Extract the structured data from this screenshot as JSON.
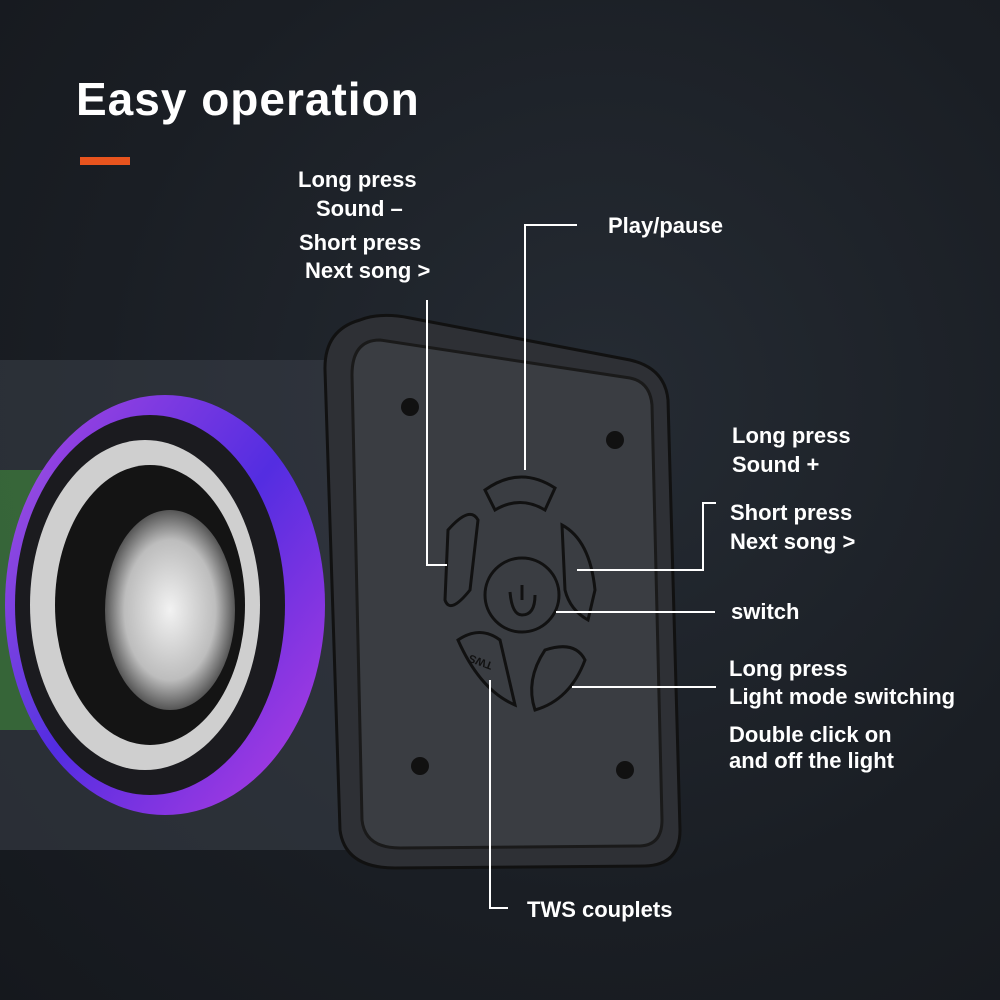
{
  "title": "Easy operation",
  "colors": {
    "accent": "#e8541e",
    "background": "#1a1e24",
    "panel": "#3a3d42"
  },
  "labels": {
    "prev": [
      "Long press",
      "Sound –",
      "Short press",
      "Next song >"
    ],
    "play": "Play/pause",
    "next": [
      "Long press",
      "Sound +",
      "Short press",
      "Next song >"
    ],
    "switch": "switch",
    "light": [
      "Long press",
      "Light mode switching",
      "Double click on",
      "and off the light"
    ],
    "tws": "TWS couplets"
  },
  "buttons": {
    "tws_engraving": "TWS"
  }
}
